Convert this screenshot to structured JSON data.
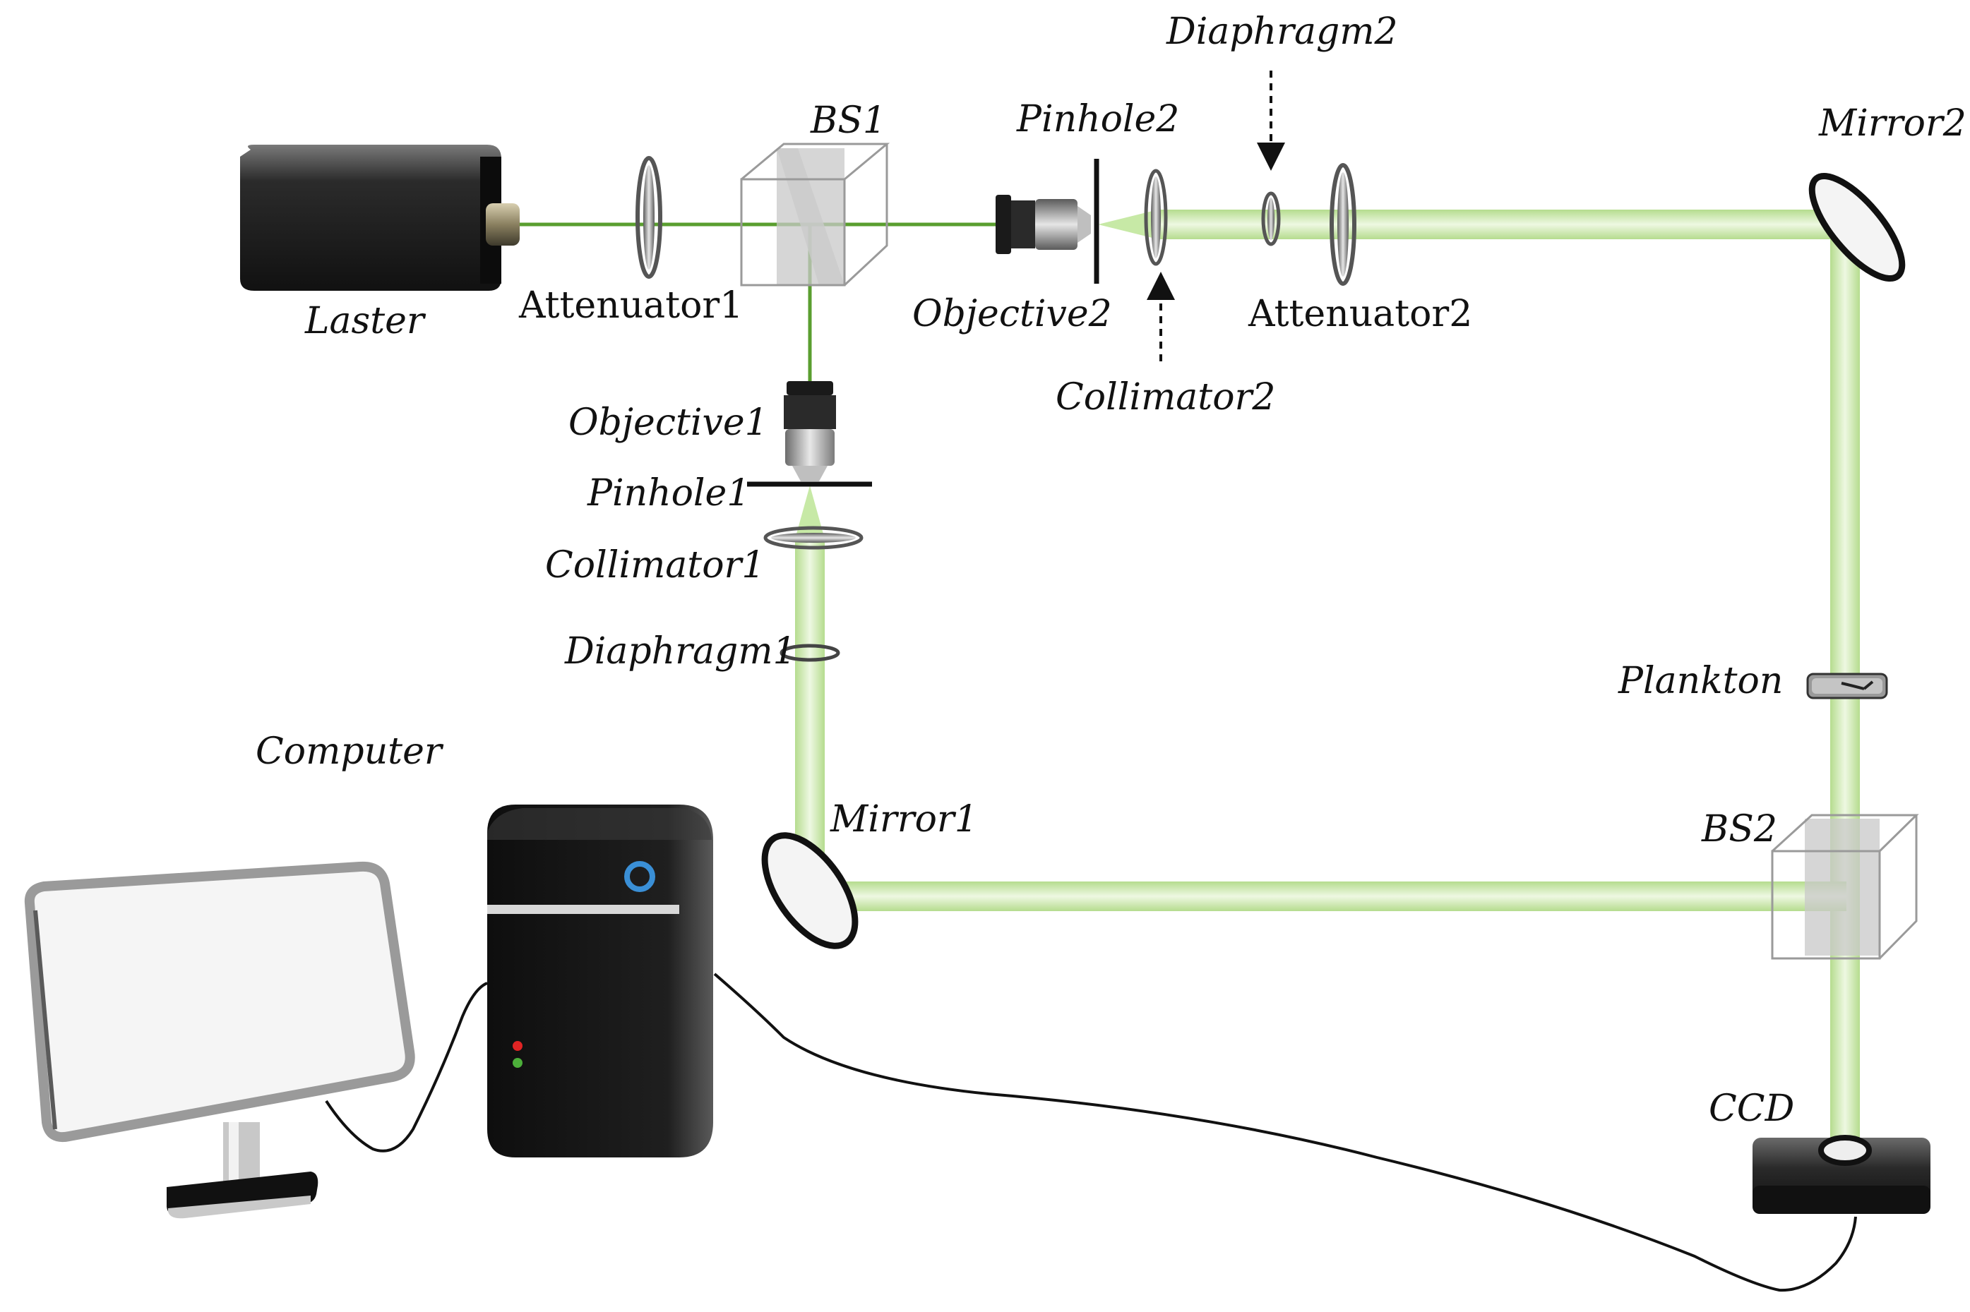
{
  "colors": {
    "beam_thin": "#5a9e2f",
    "beam_wide": "#c7e9a6",
    "beam_wide_core": "#e4f5d2",
    "device_dark": "#1c1c1c",
    "cube_gray": "#c8c8c8"
  },
  "icons": {
    "laser": "laser-icon",
    "computer_tower": "computer-tower-icon",
    "monitor": "monitor-icon",
    "ccd": "ccd-camera-icon",
    "mirror": "mirror-icon",
    "lens": "lens-icon",
    "beam_splitter": "beam-splitter-icon",
    "objective": "objective-icon",
    "pinhole": "pinhole-icon",
    "sample": "sample-cell-icon"
  },
  "labels": {
    "laser": "Laster",
    "attenuator1": "Attenuator1",
    "bs1": "BS1",
    "pinhole2": "Pinhole2",
    "diaphragm2": "Diaphragm2",
    "mirror2": "Mirror2",
    "objective2": "Objective2",
    "attenuator2": "Attenuator2",
    "collimator2": "Collimator2",
    "objective1": "Objective1",
    "pinhole1": "Pinhole1",
    "collimator1": "Collimator1",
    "diaphragm1": "Diaphragm1",
    "plankton": "Plankton",
    "computer": "Computer",
    "mirror1": "Mirror1",
    "bs2": "BS2",
    "ccd": "CCD"
  }
}
